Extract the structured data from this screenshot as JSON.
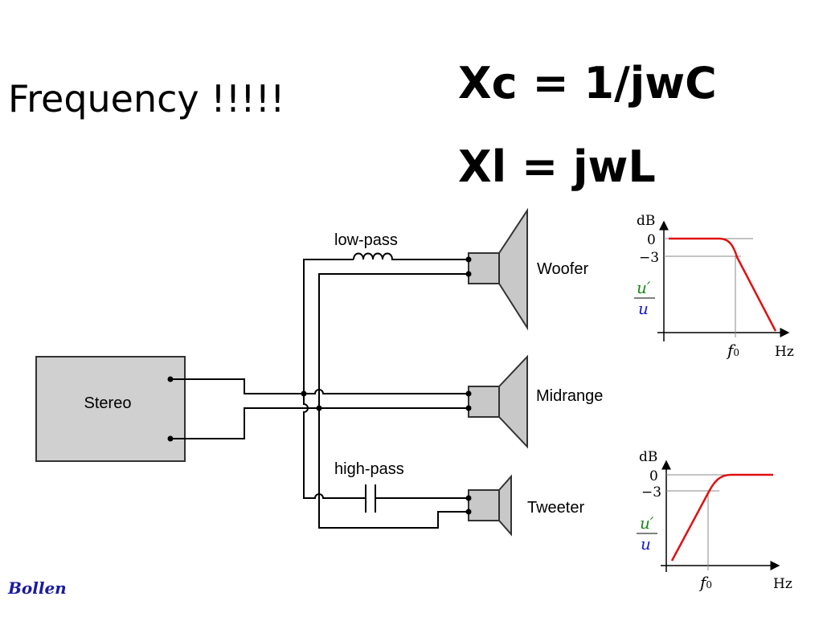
{
  "title": "Frequency !!!!!",
  "formulas": {
    "xc": "Xc = 1/jwC",
    "xl": "Xl = jwL"
  },
  "circuit": {
    "source_label": "Stereo",
    "filters": {
      "low_pass": "low-pass",
      "high_pass": "high-pass"
    },
    "speakers": {
      "woofer": "Woofer",
      "midrange": "Midrange",
      "tweeter": "Tweeter"
    }
  },
  "graphs": {
    "y_unit": "dB",
    "y_ticks": [
      "0",
      "−3"
    ],
    "ratio_num": "u′",
    "ratio_den": "u",
    "x_tick": "f",
    "x_tick_sub": "0",
    "x_unit": "Hz",
    "colors": {
      "curve": "#e01010",
      "numerator": "#1a8a1a",
      "denominator": "#1a1ad0"
    }
  },
  "author": "Bollen"
}
